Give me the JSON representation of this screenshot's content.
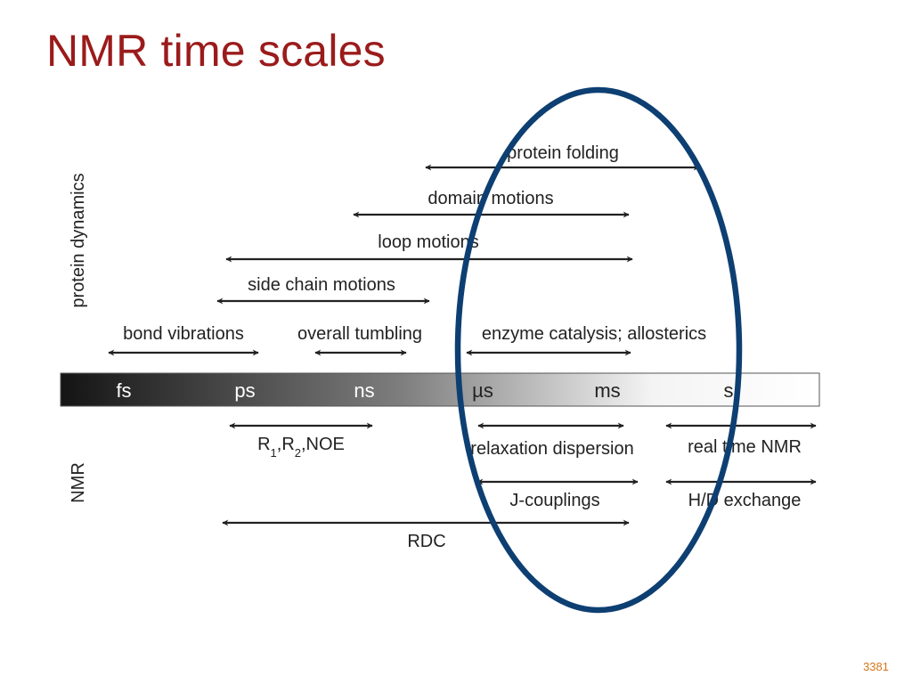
{
  "slide": {
    "title": "NMR time scales",
    "slide_number": "3381"
  },
  "diagram": {
    "side_labels": {
      "protein_dynamics": "protein dynamics",
      "nmr": "NMR"
    },
    "timescale_units": [
      "fs",
      "ps",
      "ns",
      "µs",
      "ms",
      "s"
    ],
    "dynamics_ranges": [
      {
        "label": "protein folding"
      },
      {
        "label": "domain motions"
      },
      {
        "label": "loop motions"
      },
      {
        "label": "side chain motions"
      },
      {
        "label": "bond vibrations"
      },
      {
        "label": "overall tumbling"
      },
      {
        "label": "enzyme catalysis; allosterics"
      }
    ],
    "nmr_ranges": [
      {
        "label": "R1,R2,NOE"
      },
      {
        "label": "relaxation dispersion"
      },
      {
        "label": "real time NMR"
      },
      {
        "label": "J-couplings"
      },
      {
        "label": "H/D exchange"
      },
      {
        "label": "RDC"
      }
    ],
    "colors": {
      "title": "#9b1b1b",
      "highlight_ellipse": "#0d3f72",
      "arrows": "#222222",
      "slide_number": "#d4761c"
    }
  }
}
